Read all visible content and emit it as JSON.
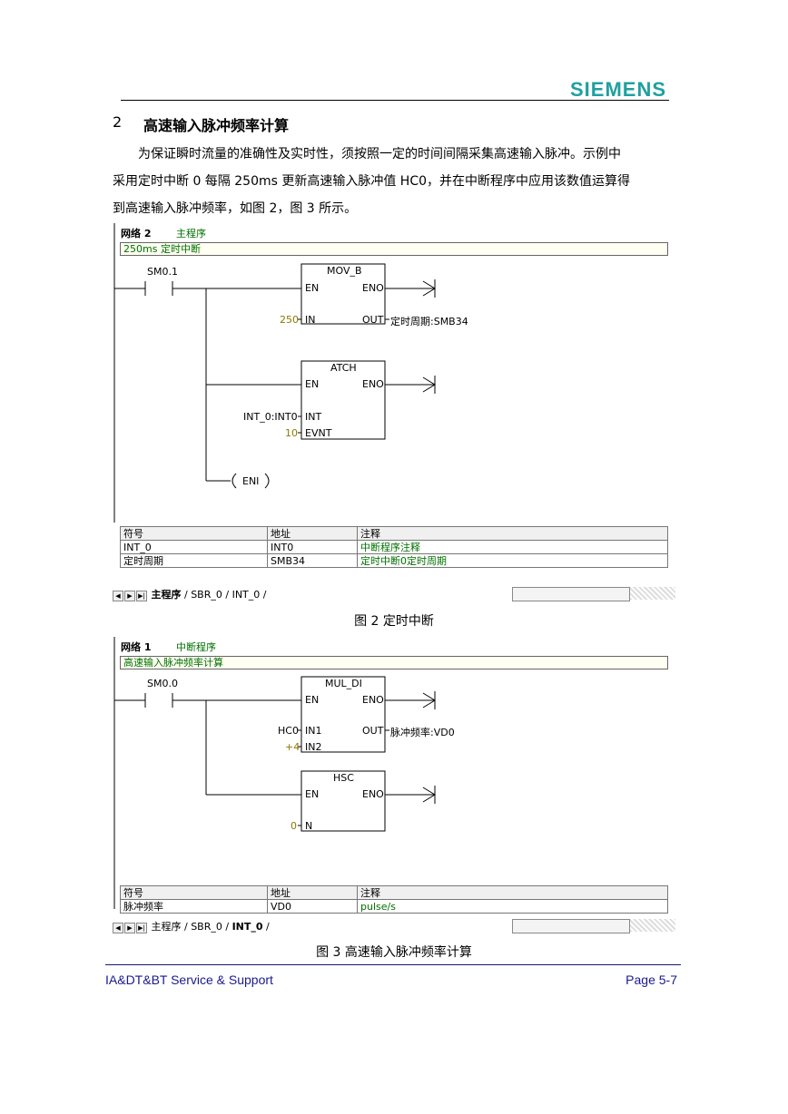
{
  "header": {
    "logo": "SIEMENS"
  },
  "section": {
    "number": "2",
    "title": "高速输入脉冲频率计算"
  },
  "paragraph": [
    "为保证瞬时流量的准确性及实时性，须按照一定的时间间隔采集高速输入脉冲。示例中",
    "采用定时中断 0 每隔 250ms 更新高速输入脉冲值 HC0，并在中断程序中应用该数值运算得",
    "到高速输入脉冲频率，如图 2，图 3 所示。"
  ],
  "fig2": {
    "network": "网络 2",
    "network_title": "主程序",
    "comment": "250ms 定时中断",
    "contact": "SM0.1",
    "box1": {
      "name": "MOV_B",
      "en": "EN",
      "eno": "ENO",
      "in": "IN",
      "out": "OUT",
      "in_val": "250",
      "out_val": "定时周期:SMB34"
    },
    "box2": {
      "name": "ATCH",
      "en": "EN",
      "eno": "ENO",
      "int": "INT",
      "evnt": "EVNT",
      "int_val": "INT_0:INT0",
      "evnt_val": "10"
    },
    "coil": "ENI",
    "symtable": {
      "headers": [
        "符号",
        "地址",
        "注释"
      ],
      "rows": [
        [
          "INT_0",
          "INT0",
          "中断程序注释"
        ],
        [
          "定时周期",
          "SMB34",
          "定时中断0定时周期"
        ]
      ]
    },
    "tabs": [
      "主程序",
      "SBR_0",
      "INT_0"
    ],
    "caption": "图 2 定时中断"
  },
  "fig3": {
    "network": "网络 1",
    "network_title": "中断程序",
    "comment": "高速输入脉冲频率计算",
    "contact": "SM0.0",
    "box1": {
      "name": "MUL_DI",
      "en": "EN",
      "eno": "ENO",
      "in1": "IN1",
      "in2": "IN2",
      "out": "OUT",
      "in1_val": "HC0",
      "in2_val": "+4",
      "out_val": "脉冲频率:VD0"
    },
    "box2": {
      "name": "HSC",
      "en": "EN",
      "eno": "ENO",
      "n": "N",
      "n_val": "0"
    },
    "symtable": {
      "headers": [
        "符号",
        "地址",
        "注释"
      ],
      "rows": [
        [
          "脉冲频率",
          "VD0",
          "pulse/s"
        ]
      ]
    },
    "tabs": [
      "主程序",
      "SBR_0",
      "INT_0"
    ],
    "caption": "图 3  高速输入脉冲频率计算"
  },
  "footer": {
    "left": "IA&DT&BT Service & Support",
    "right": "Page 5-7"
  }
}
